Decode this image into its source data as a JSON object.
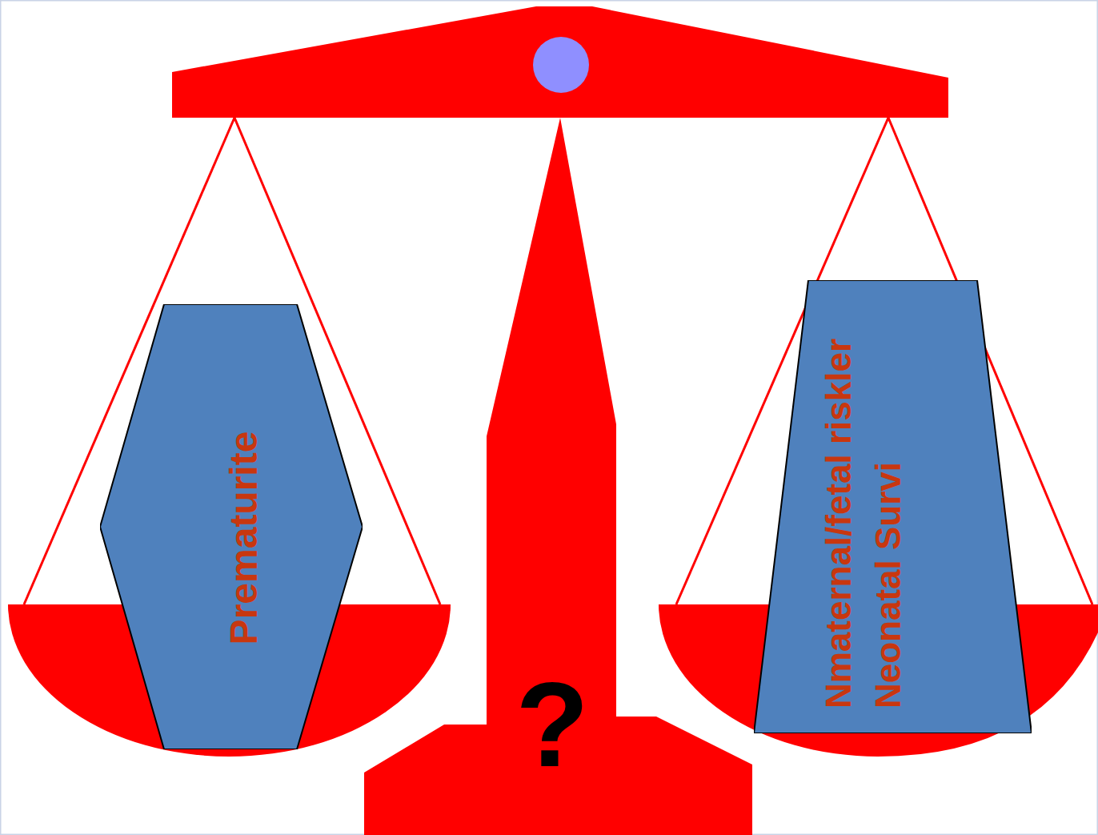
{
  "diagram": {
    "nodes": [
      {
        "text": [
          "Prematurite"
        ]
      },
      {
        "text": [
          "Nmaternal/fetal riskler",
          "Neonatal Survi"
        ]
      }
    ],
    "labels": [
      "?"
    ]
  }
}
